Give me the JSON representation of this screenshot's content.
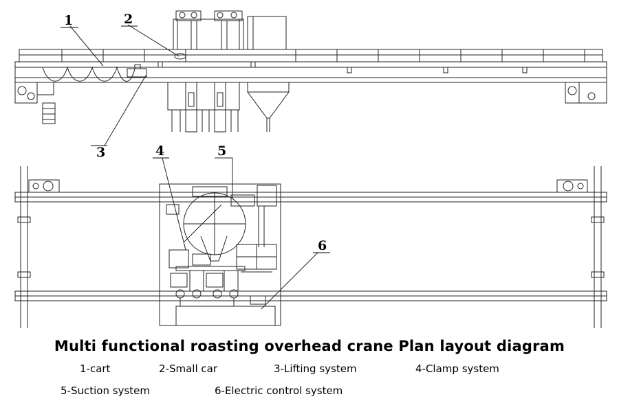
{
  "callouts": [
    "1",
    "2",
    "3",
    "4",
    "5",
    "6"
  ],
  "title": "Multi functional roasting overhead crane Plan layout diagram",
  "legend": [
    "1-cart",
    "2-Small car",
    "3-Lifting system",
    "4-Clamp system",
    "5-Suction system",
    "6-Electric control system"
  ]
}
